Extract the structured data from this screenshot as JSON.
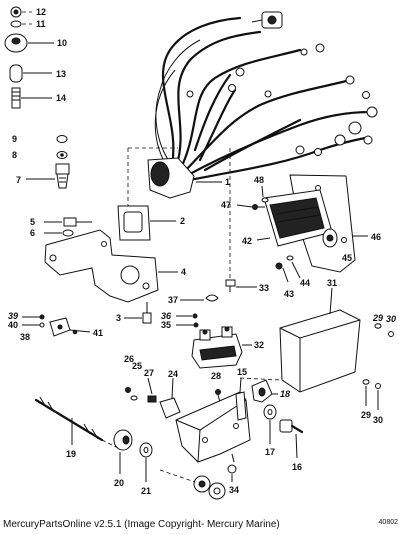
{
  "callouts": {
    "c1": "1",
    "c2": "2",
    "c3": "3",
    "c4": "4",
    "c5": "5",
    "c6": "6",
    "c7": "7",
    "c8": "8",
    "c9": "9",
    "c10": "10",
    "c11": "11",
    "c12": "12",
    "c13": "13",
    "c14": "14",
    "c15": "15",
    "c16": "16",
    "c17": "17",
    "c18": "18",
    "c19": "19",
    "c20": "20",
    "c21": "21",
    "c24": "24",
    "c25": "25",
    "c26": "26",
    "c27": "27",
    "c28": "28",
    "c29a": "29",
    "c29b": "29",
    "c30a": "30",
    "c30b": "30",
    "c31": "31",
    "c32": "32",
    "c33": "33",
    "c34": "34",
    "c35": "35",
    "c36": "36",
    "c37": "37",
    "c38": "38",
    "c39": "39",
    "c40": "40",
    "c41": "41",
    "c42": "42",
    "c43": "43",
    "c44": "44",
    "c45": "45",
    "c46": "46",
    "c47": "47",
    "c48": "48"
  },
  "footer": {
    "text": "MercuryPartsOnline v2.5.1 (Image Copyright- Mercury Marine)"
  },
  "ref": {
    "number": "40802"
  }
}
